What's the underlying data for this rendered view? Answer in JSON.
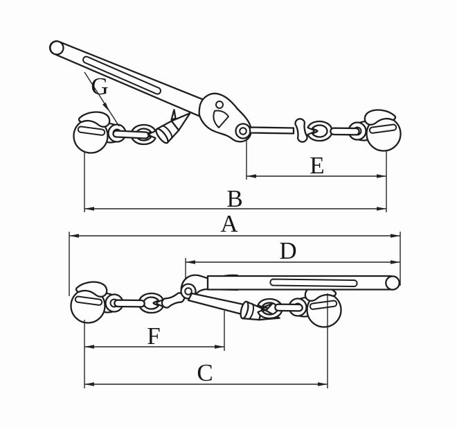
{
  "diagram": {
    "colors": {
      "line": "#1d1d1d",
      "dimension_line": "#222222",
      "background": "#fdfdfd"
    },
    "labels": {
      "a": "A",
      "b": "B",
      "c": "C",
      "d": "D",
      "e": "E",
      "f": "F",
      "g": "G"
    }
  }
}
